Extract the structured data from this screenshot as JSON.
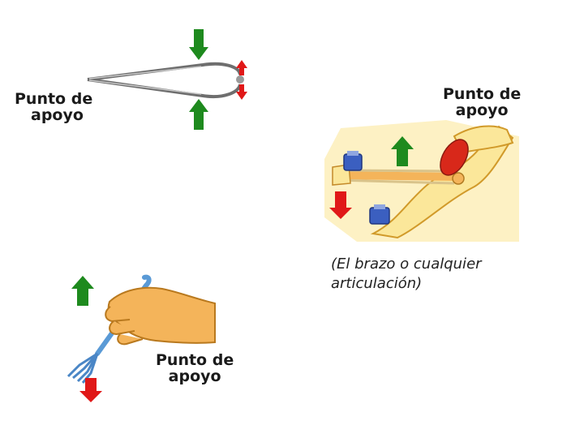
{
  "tweezers_panel": {
    "fulcrum_label_line1": "Punto de",
    "fulcrum_label_line2": "apoyo"
  },
  "arm_panel": {
    "fulcrum_label_line1": "Punto de",
    "fulcrum_label_line2": "apoyo",
    "caption_line1": "(El brazo o cualquier",
    "caption_line2": "articulación)"
  },
  "fork_panel": {
    "fulcrum_label_line1": "Punto de",
    "fulcrum_label_line2": "apoyo"
  },
  "colors": {
    "effort_arrow": "#1e8a1e",
    "resistance_arrow": "#e01818",
    "skin": "#f4b45a",
    "arm_background": "#fbe79a",
    "muscle": "#d8281a"
  },
  "icons": [
    "tweezers-icon",
    "arm-lever-icon",
    "fork-in-hand-icon",
    "weight-icon"
  ]
}
